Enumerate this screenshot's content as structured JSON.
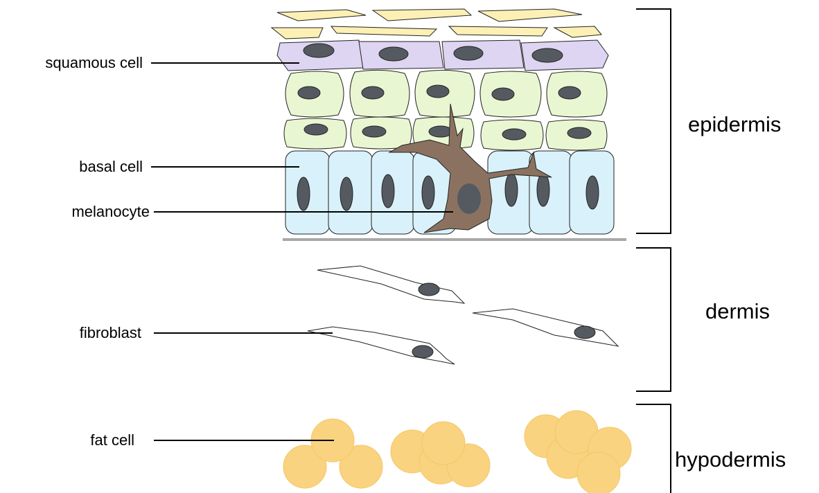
{
  "labels": {
    "squamous_cell": "squamous cell",
    "basal_cell": "basal cell",
    "melanocyte": "melanocyte",
    "fibroblast": "fibroblast",
    "fat_cell": "fat cell"
  },
  "layers": {
    "epidermis": "epidermis",
    "dermis": "dermis",
    "hypodermis": "hypodermis"
  },
  "colors": {
    "flat_cell_fill": "#fdf0b5",
    "squamous_fill": "#ddd5f2",
    "spinous_fill": "#e9f6d2",
    "basal_fill": "#d9f1fa",
    "nucleus": "#555a61",
    "melanocyte_fill": "#8b7260",
    "fat_fill": "#f9d37f",
    "basement_membrane": "#a8a8a8"
  }
}
